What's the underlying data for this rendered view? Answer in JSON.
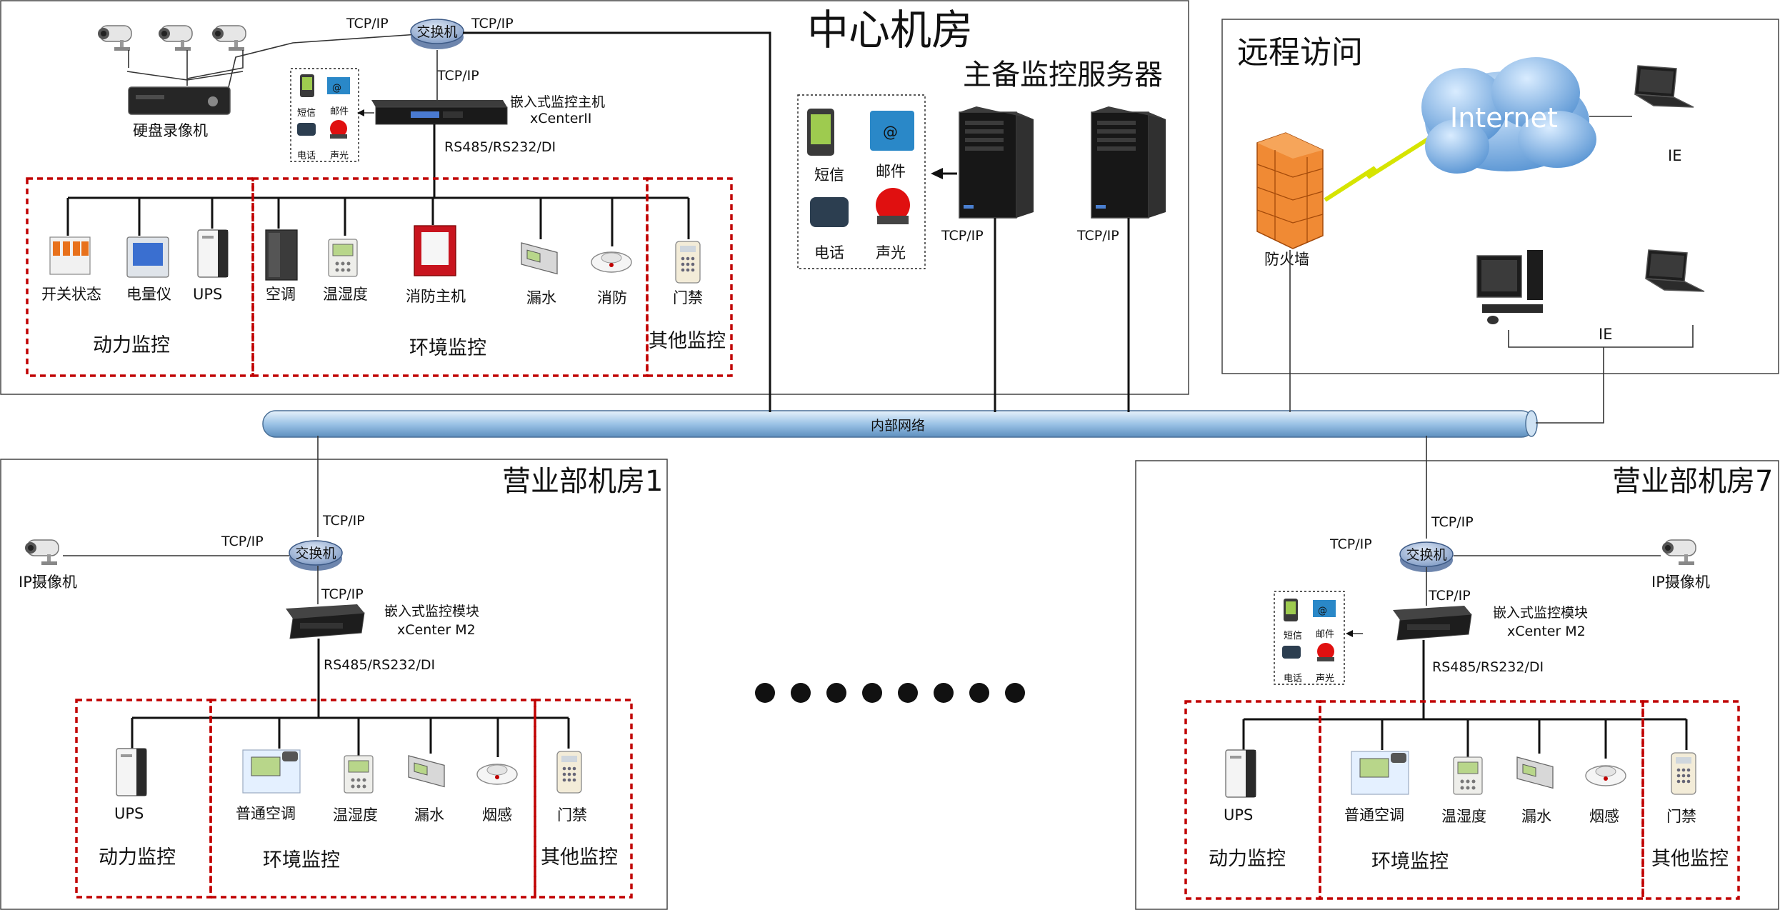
{
  "center": {
    "title": "中心机房",
    "dvr_label": "硬盘录像机",
    "switch_label": "交换机",
    "tcpip": "TCP/IP",
    "host_line1": "嵌入式监控主机",
    "host_line2": "xCenterII",
    "rs485": "RS485/RS232/DI",
    "server_title": "主备监控服务器",
    "power_group": "动力监控",
    "env_group": "环境监控",
    "other_group": "其他监控",
    "devices": [
      "开关状态",
      "电量仪",
      "UPS",
      "空调",
      "温湿度",
      "消防主机",
      "漏水",
      "消防",
      "门禁"
    ]
  },
  "alarm": {
    "sms": "短信",
    "mail": "邮件",
    "phone": "电话",
    "light": "声光"
  },
  "network": {
    "label": "内部网络"
  },
  "remote": {
    "title": "远程访问",
    "internet": "Internet",
    "firewall": "防火墙",
    "ie": "IE"
  },
  "branch1": {
    "title": "营业部机房1",
    "ip_camera": "IP摄像机",
    "switch_label": "交换机",
    "tcpip": "TCP/IP",
    "module_line1": "嵌入式监控模块",
    "module_line2": "xCenter M2",
    "rs485": "RS485/RS232/DI",
    "power_group": "动力监控",
    "env_group": "环境监控",
    "other_group": "其他监控",
    "devices": [
      "UPS",
      "普通空调",
      "温湿度",
      "漏水",
      "烟感",
      "门禁"
    ]
  },
  "branch7": {
    "title": "营业部机房7",
    "ip_camera": "IP摄像机",
    "switch_label": "交换机",
    "tcpip": "TCP/IP",
    "module_line1": "嵌入式监控模块",
    "module_line2": "xCenter M2",
    "rs485": "RS485/RS232/DI",
    "power_group": "动力监控",
    "env_group": "环境监控",
    "other_group": "其他监控",
    "devices": [
      "UPS",
      "普通空调",
      "温湿度",
      "漏水",
      "烟感",
      "门禁"
    ]
  },
  "colors": {
    "accent_red": "#c00000",
    "pipe_blue": "#9cc3e6",
    "cloud_blue": "#5b9bd5",
    "firewall_orange": "#e8711c"
  }
}
